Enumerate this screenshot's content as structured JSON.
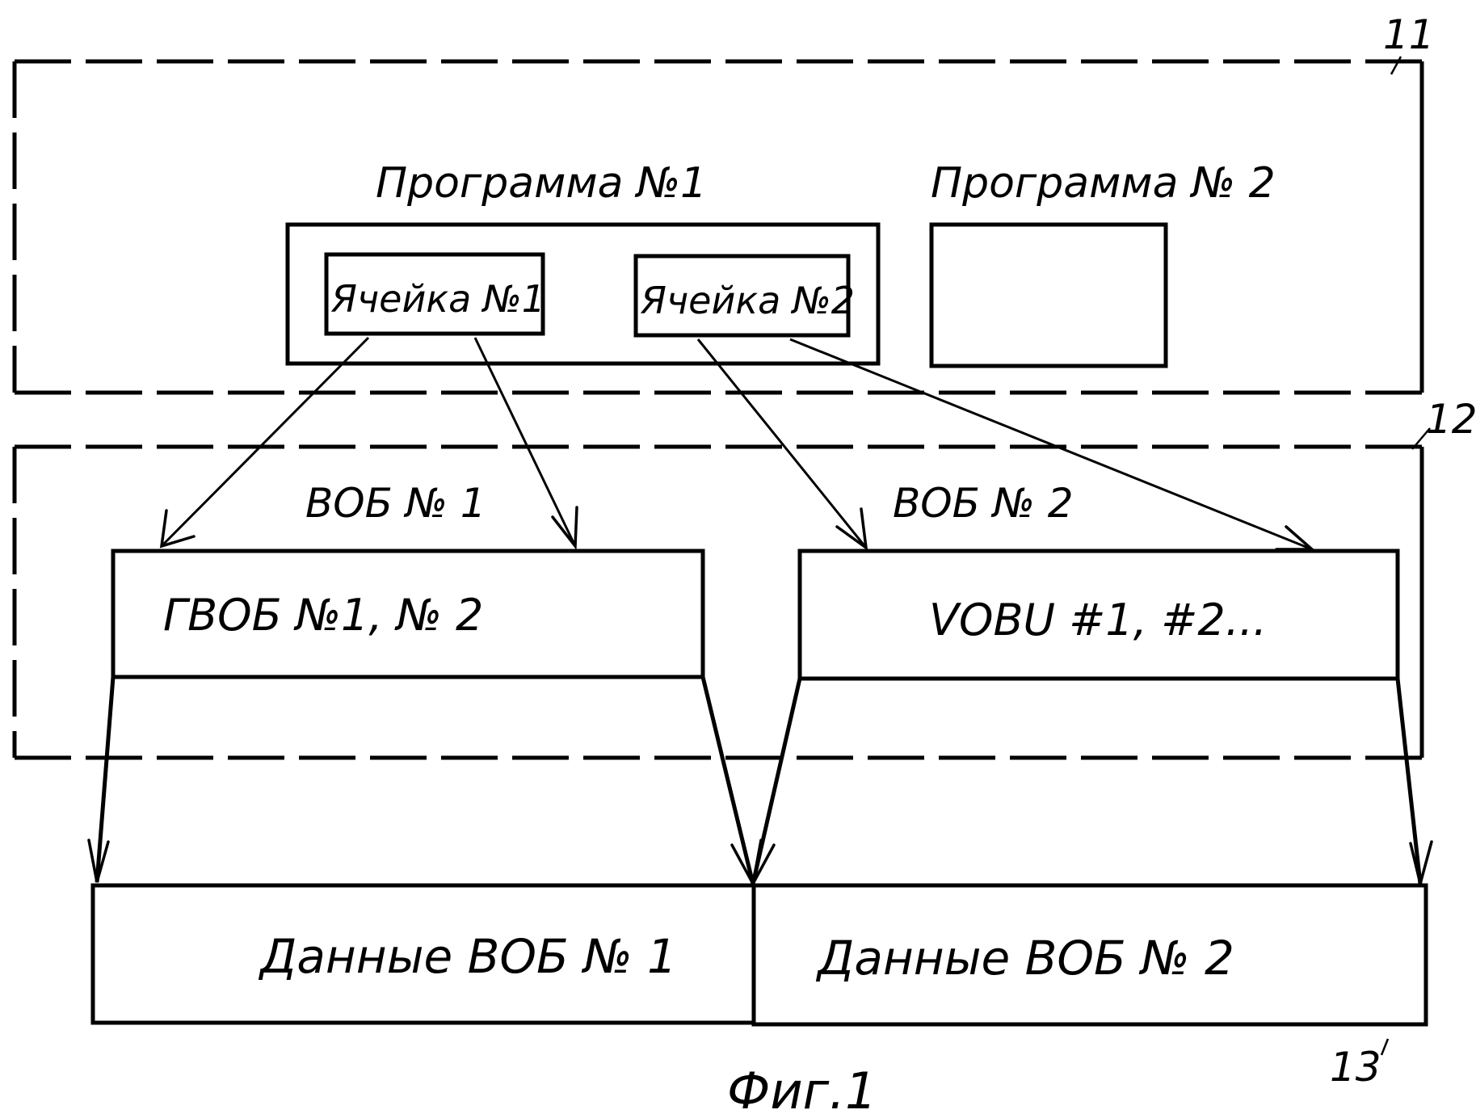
{
  "refs": {
    "r11": "11",
    "r12": "12",
    "r13": "13"
  },
  "layer1": {
    "program1_label": "Программа №1",
    "program2_label": "Программа № 2",
    "cell1_label": "Ячейка №1",
    "cell2_label": "Ячейка №2"
  },
  "layer2": {
    "vob1_label": "ВОБ № 1",
    "vob2_label": "ВОБ № 2",
    "gvob_label": "ГВОБ №1, № 2",
    "vobu_label": "VOBU  #1, #2..."
  },
  "layer3": {
    "data1_label": "Данные ВОБ № 1",
    "data2_label": "Данные ВОБ № 2"
  },
  "caption": "Фиг.1"
}
